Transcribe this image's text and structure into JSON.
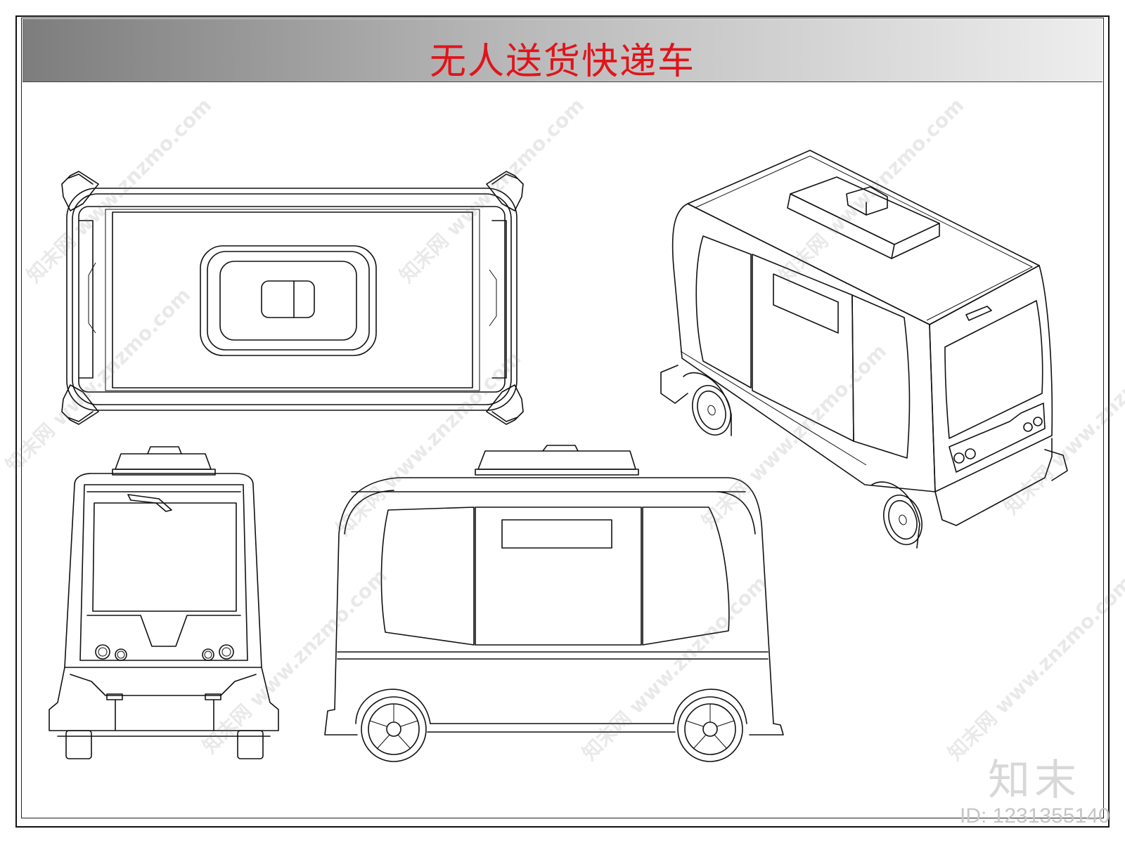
{
  "title": "无人送货快递车",
  "views": [
    {
      "name": "top"
    },
    {
      "name": "perspective"
    },
    {
      "name": "front"
    },
    {
      "name": "side"
    }
  ],
  "watermark": {
    "text": "知末网 www.znzmo.com"
  },
  "logo": {
    "text": "知末"
  },
  "id_label": "ID: 1231355140",
  "colors": {
    "title": "#e0141b",
    "line": "#111111",
    "banner_start": "#7d7d7d",
    "banner_end": "#eeeeee"
  }
}
